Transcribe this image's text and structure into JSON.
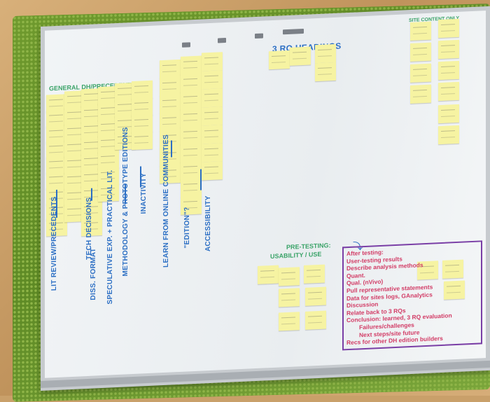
{
  "heading_general": "GENERAL DH/PRECEDENTS",
  "heading_rq": "3 RQ HEADINGS",
  "heading_site": "SITE CONTENT ONLY",
  "heading_pretesting": "PRE-TESTING:",
  "heading_usability": "USABILITY / USE",
  "vertical_labels": [
    "LIT REVIEW/PRECEDENTS",
    "TECH DECISIONS",
    "DISS. FORMAT",
    "SPECULATIVE EXP. + PRACTICAL LIT.",
    "METHODOLOGY & PROTOTYPE EDITIONS",
    "INACTIVITY",
    "LEARN FROM ONLINE COMMUNITIES",
    "\"EDITION\"?",
    "ACCESSIBILITY"
  ],
  "after_testing": [
    "After testing:",
    "User-testing results",
    "Describe analysis methods",
    "Quant.",
    "Qual. (nVivo)",
    "Pull representative statements",
    "Data for sites logs, GAnalytics",
    "Discussion",
    "Relate back to 3 RQs",
    "Conclusion: learned, 3 RQ evaluation",
    "Failures/challenges",
    "Next steps/site future",
    "Recs for other DH edition builders"
  ],
  "colors": {
    "note": "#f6f3a2",
    "marker_blue": "#2c6fc4",
    "marker_pink": "#d23c66",
    "marker_green": "#3aa368",
    "box_purple": "#7a3fa6"
  }
}
